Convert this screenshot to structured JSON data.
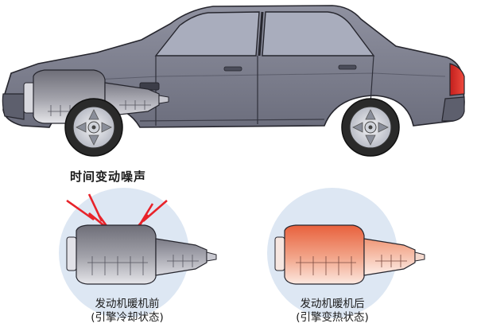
{
  "noise_label": "时间变动噪声",
  "before_warmup": {
    "title": "发动机暖机前",
    "subtitle": "(引擎冷却状态)"
  },
  "after_warmup": {
    "title": "发动机暖机后",
    "subtitle": "(引擎变热状态)"
  },
  "colors": {
    "car_body": "#7a7c8c",
    "car_outline": "#26262e",
    "tire": "#2a2a2a",
    "glass": "#a9adbd",
    "tail_light": "#e0302c",
    "halo": "#dde7f3",
    "cold_engine": "#8d8d96",
    "hot_engine": "#ef7a5a",
    "noise_lines": "#e8232a"
  }
}
